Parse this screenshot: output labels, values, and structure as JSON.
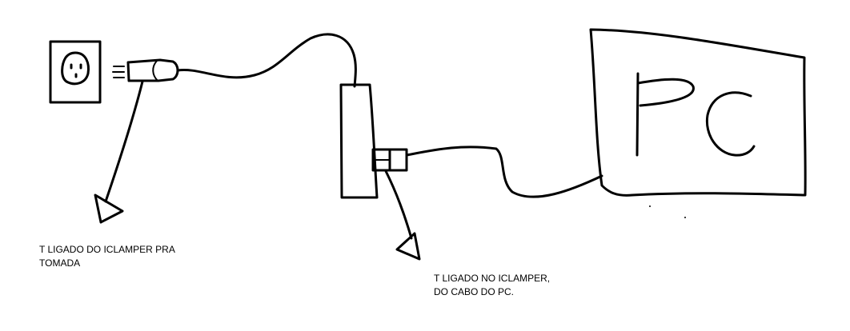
{
  "diagram": {
    "labels": [
      {
        "lines": [
          "T LIGADO DO ICLAMPER PRA",
          "TOMADA"
        ]
      },
      {
        "lines": [
          "T LIGADO NO ICLAMPER,",
          "DO CABO DO PC."
        ]
      }
    ],
    "computer_text": "Pc",
    "stroke_color": "#000000",
    "background_color": "#ffffff"
  }
}
